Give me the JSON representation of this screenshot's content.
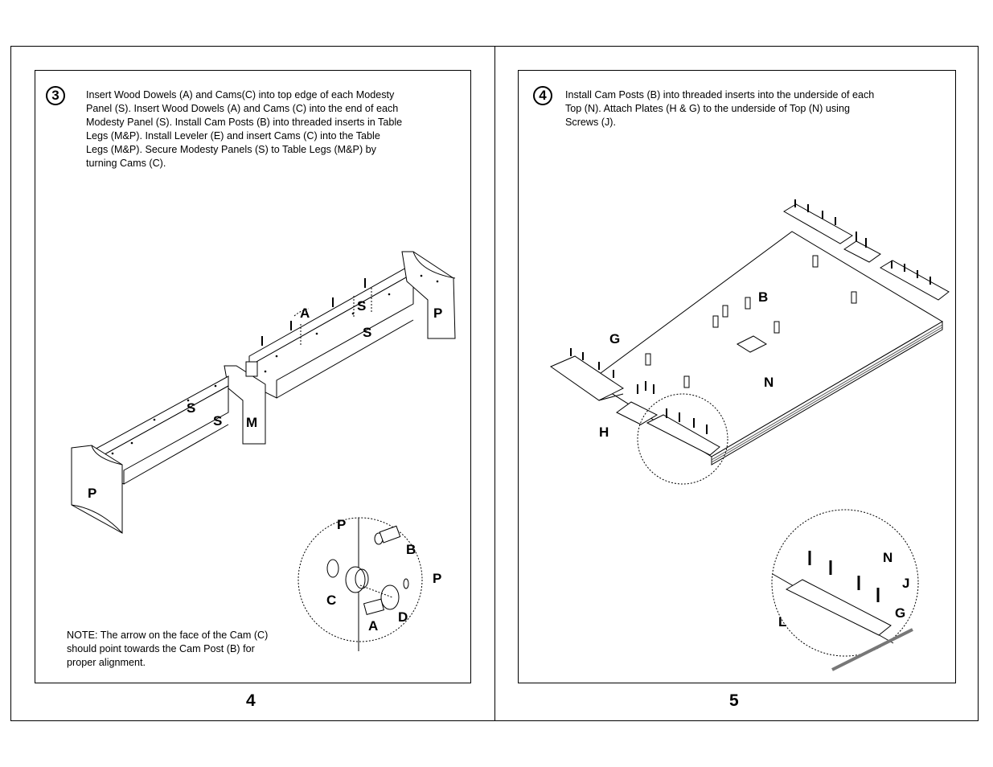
{
  "left_page": {
    "step_number": "3",
    "instructions": "Insert Wood Dowels (A) and Cams(C) into top edge of each Modesty\nPanel (S). Insert Wood Dowels (A) and Cams (C) into the end of each\nModesty Panel (S).  Install Cam Posts (B) into threaded inserts in Table\nLegs (M&P).   Install Leveler (E) and insert Cams (C) into the Table\nLegs (M&P).  Secure Modesty Panels (S) to Table Legs (M&P) by\nturning Cams (C).",
    "note": "NOTE:  The arrow on the face of the Cam (C)\nshould point towards the Cam Post (B) for\nproper alignment.",
    "page_number": "4",
    "diagram_labels": {
      "a": "A",
      "s_upper1": "S",
      "s_upper2": "S",
      "p_right": "P",
      "s_lower1": "S",
      "s_lower2": "S",
      "m": "M",
      "p_left": "P"
    },
    "detail_labels": {
      "p1": "P",
      "b": "B",
      "p2": "P",
      "c": "C",
      "d": "D",
      "a": "A"
    }
  },
  "right_page": {
    "step_number": "4",
    "instructions": "Install Cam Posts (B) into threaded inserts into the underside of each\nTop (N).    Attach Plates (H & G) to the underside of Top (N) using\nScrews (J).",
    "page_number": "5",
    "diagram_labels": {
      "b": "B",
      "g": "G",
      "n": "N",
      "h": "H"
    },
    "detail_labels": {
      "n": "N",
      "j": "J",
      "l": "L",
      "g": "G"
    }
  }
}
